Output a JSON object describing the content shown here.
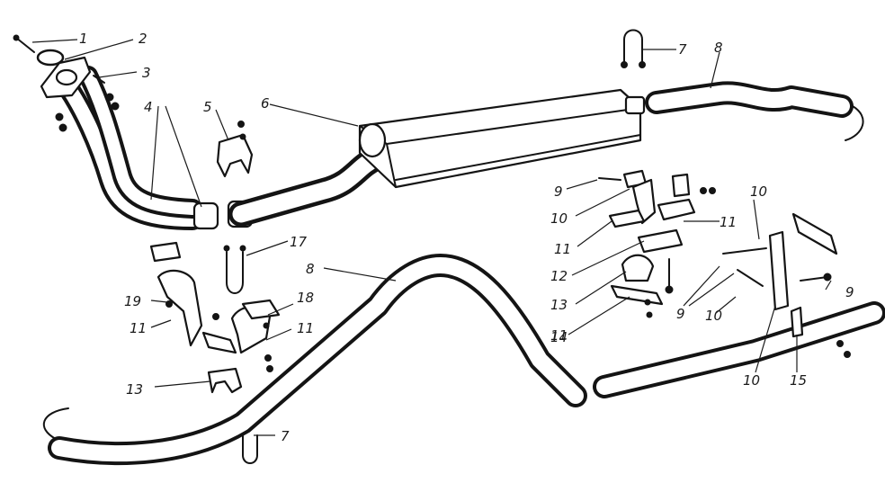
{
  "diagram": {
    "labels": [
      {
        "id": "l1",
        "text": "1"
      },
      {
        "id": "l2",
        "text": "2"
      },
      {
        "id": "l3",
        "text": "3"
      },
      {
        "id": "l4",
        "text": "4"
      },
      {
        "id": "l5",
        "text": "5"
      },
      {
        "id": "l6",
        "text": "6"
      },
      {
        "id": "l7a",
        "text": "7"
      },
      {
        "id": "l8a",
        "text": "8"
      },
      {
        "id": "l9a",
        "text": "9"
      },
      {
        "id": "l10a",
        "text": "10"
      },
      {
        "id": "l11a",
        "text": "11"
      },
      {
        "id": "l10b",
        "text": "10"
      },
      {
        "id": "l11b",
        "text": "11"
      },
      {
        "id": "l17",
        "text": "17"
      },
      {
        "id": "l8b",
        "text": "8"
      },
      {
        "id": "l12",
        "text": "12"
      },
      {
        "id": "l13a",
        "text": "13"
      },
      {
        "id": "l9b",
        "text": "9"
      },
      {
        "id": "l19",
        "text": "19"
      },
      {
        "id": "l18",
        "text": "18"
      },
      {
        "id": "l11c",
        "text": "11"
      },
      {
        "id": "l11d",
        "text": "11"
      },
      {
        "id": "l11e",
        "text": "11"
      },
      {
        "id": "l9c",
        "text": "9"
      },
      {
        "id": "l10c",
        "text": "10"
      },
      {
        "id": "l14",
        "text": "14"
      },
      {
        "id": "l13b",
        "text": "13"
      },
      {
        "id": "l10d",
        "text": "10"
      },
      {
        "id": "l15",
        "text": "15"
      },
      {
        "id": "l7b",
        "text": "7"
      }
    ]
  }
}
